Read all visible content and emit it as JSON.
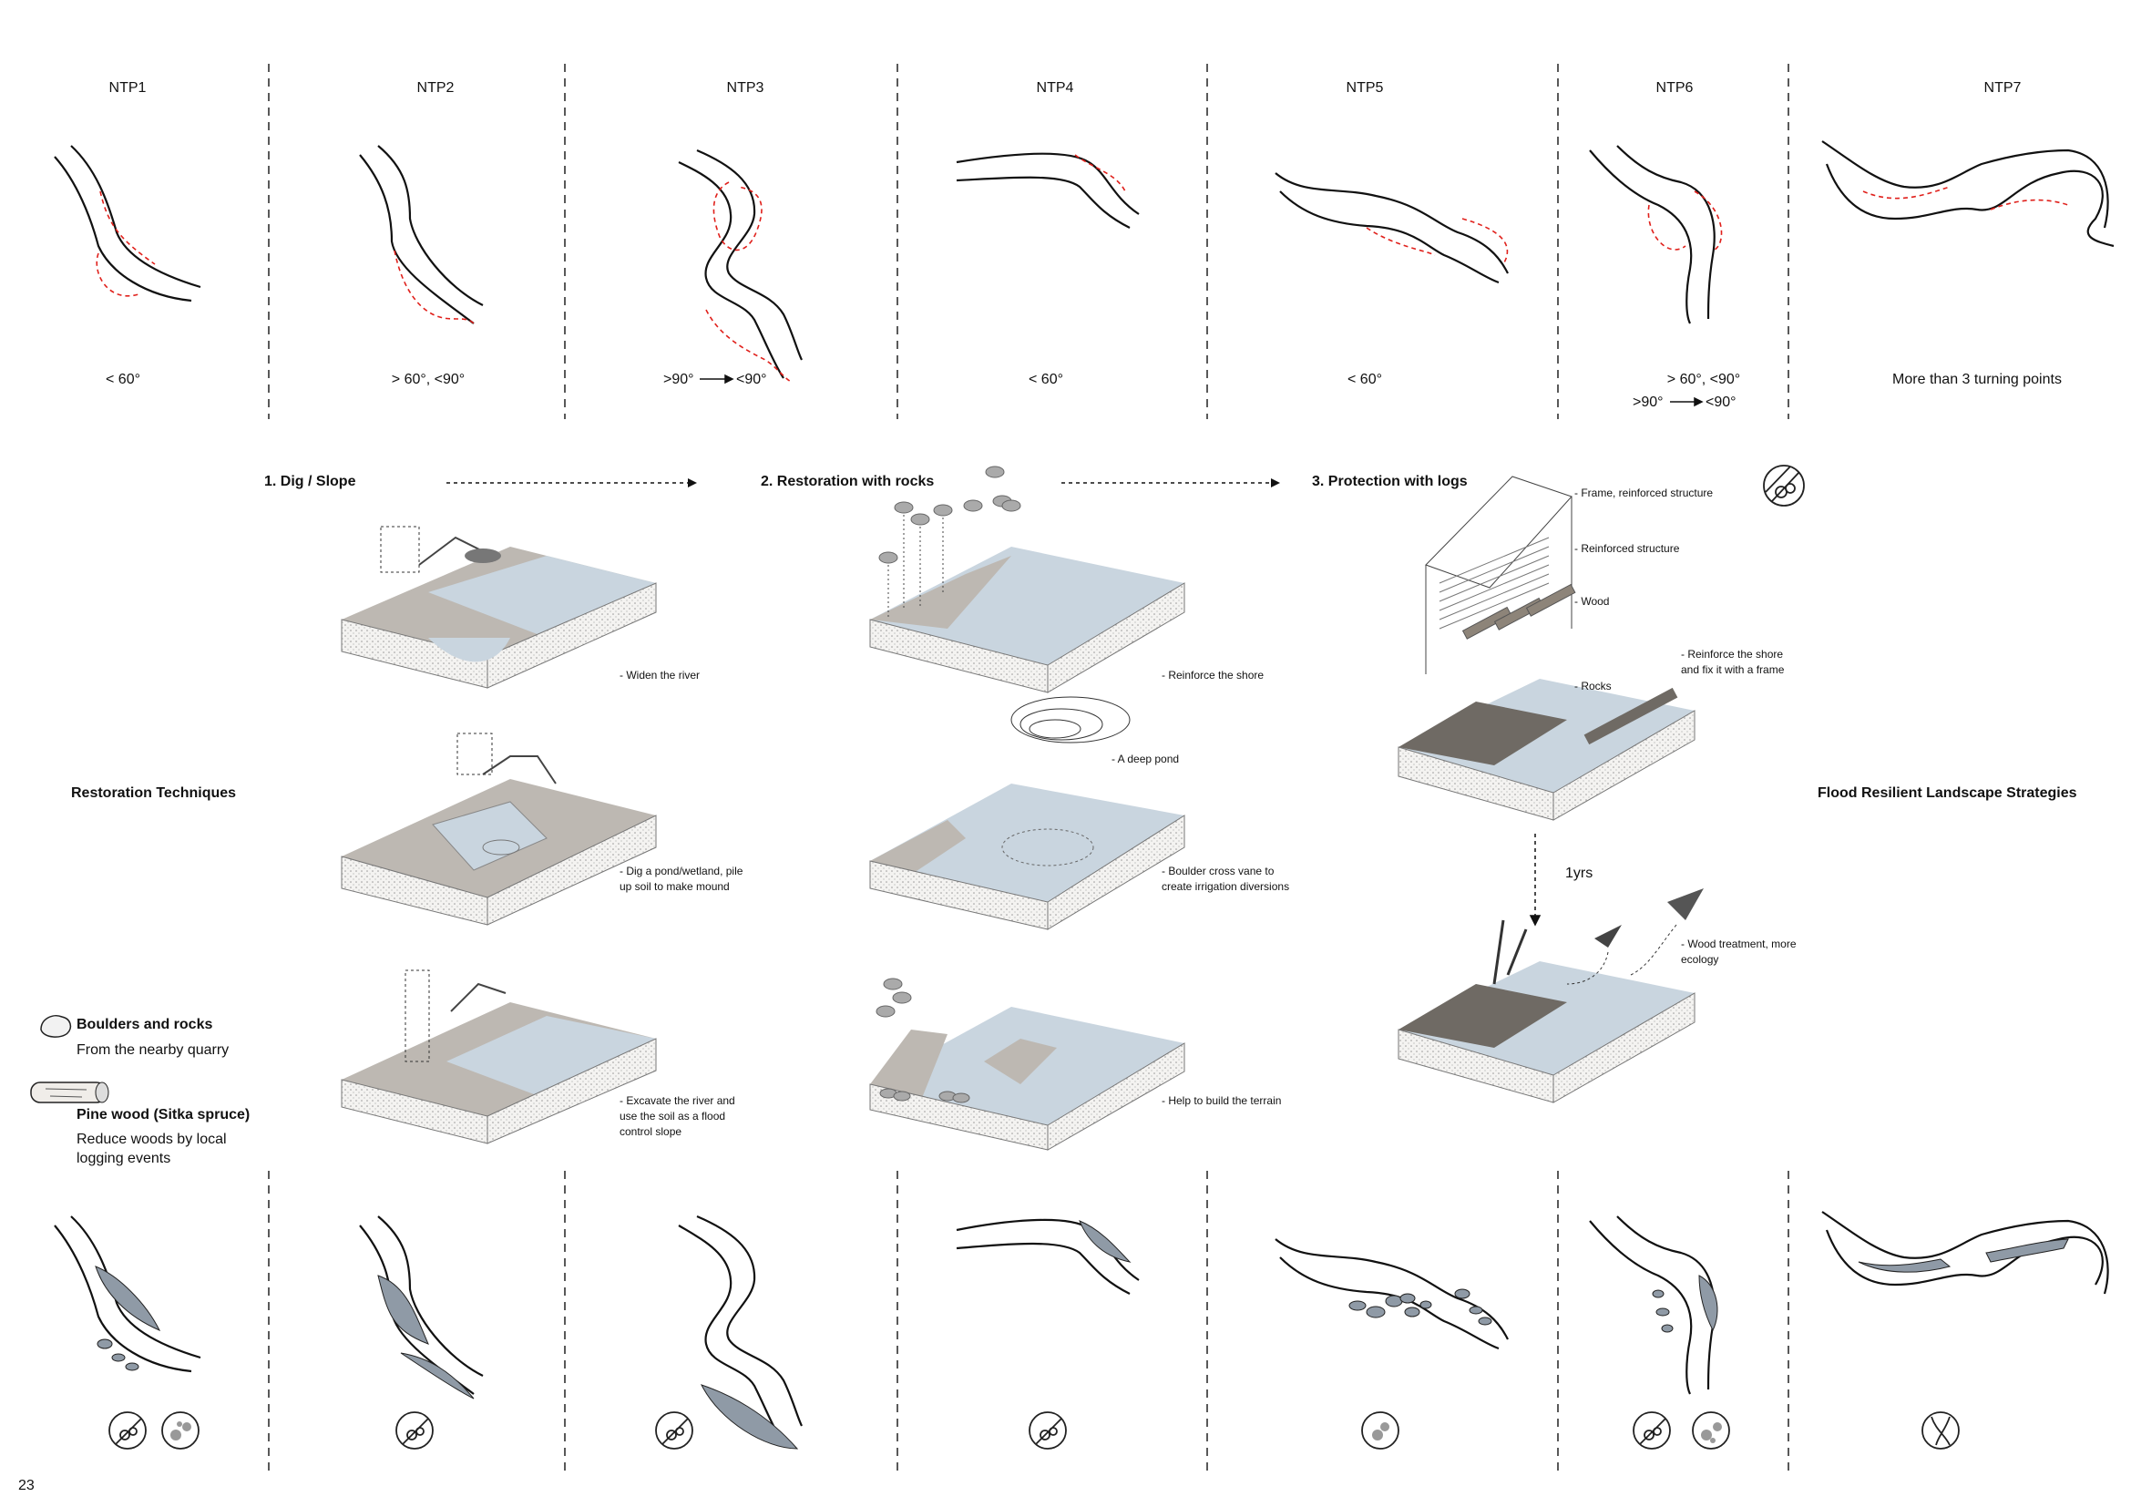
{
  "columns": [
    {
      "label": "NTP1",
      "angle": "< 60°"
    },
    {
      "label": "NTP2",
      "angle": "> 60°, <90°"
    },
    {
      "label": "NTP3",
      "angle_a": ">90°",
      "angle_b": "<90°"
    },
    {
      "label": "NTP4",
      "angle": "< 60°"
    },
    {
      "label": "NTP5",
      "angle": "< 60°"
    },
    {
      "label": "NTP6",
      "angle": "> 60°, <90°",
      "angle_a": ">90°",
      "angle_b": "<90°"
    },
    {
      "label": "NTP7",
      "angle": "More than 3 turning points"
    }
  ],
  "steps": {
    "dig": "1. Dig / Slope",
    "rocks": "2. Restoration with rocks",
    "logs": "3. Protection with logs"
  },
  "captions": {
    "widen": "- Widen the river",
    "pond_1": "- Dig a pond/wetland, pile",
    "pond_2": "up soil to make mound",
    "excavate_1": "- Excavate the river and",
    "excavate_2": "use the soil as a flood",
    "excavate_3": "control slope",
    "reinforce": "- Reinforce the shore",
    "deep_pond": "- A deep pond",
    "boulder_1": "- Boulder cross vane to",
    "boulder_2": "create irrigation diversions",
    "terrain": "- Help to build the terrain",
    "frame": "- Frame, reinforced structure",
    "reinforced": "- Reinforced structure",
    "wood": "- Wood",
    "rocks": "- Rocks",
    "shore_1": "-  Reinforce the shore",
    "shore_2": "and fix it with a frame",
    "years": "1yrs",
    "wood_treat_1": "-  Wood treatment, more",
    "wood_treat_2": "ecology"
  },
  "side_labels": {
    "left": "Restoration Techniques",
    "right": "Flood Resilient Landscape Strategies"
  },
  "legend": {
    "boulders_title": "Boulders and rocks",
    "boulders_sub": "From the nearby quarry",
    "pine_title": "Pine wood (Sitka spruce)",
    "pine_sub_1": "Reduce woods by local",
    "pine_sub_2": "logging events"
  },
  "page_number": "23",
  "colors": {
    "line": "#111111",
    "red_dash": "#e0201b",
    "water": "#c9d5df",
    "fill_grey": "#8f9aa6",
    "terrain": "#b3aea8"
  }
}
